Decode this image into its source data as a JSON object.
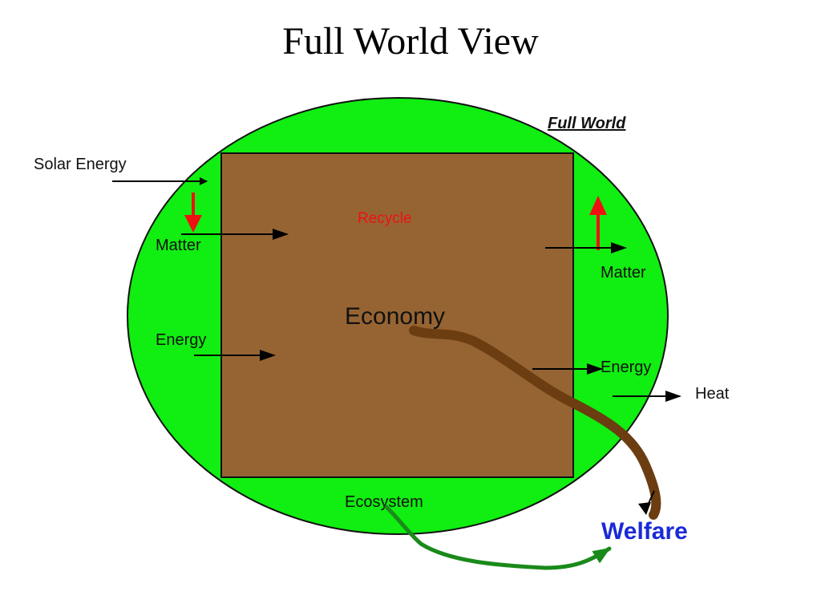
{
  "slide_title": "Full World View",
  "labels": {
    "full_world": "Full World",
    "solar_energy": "Solar Energy",
    "recycle": "Recycle",
    "matter_in": "Matter",
    "matter_out": "Matter",
    "economy": "Economy",
    "energy_in": "Energy",
    "energy_out": "Energy",
    "heat": "Heat",
    "ecosystem": "Ecosystem",
    "welfare": "Welfare"
  },
  "colors": {
    "ecosystem_fill": "#11ee11",
    "economy_fill": "#966433",
    "recycle_red": "#ee1111",
    "economy_path": "#6b3d10",
    "ecosystem_path": "#1a8a1a",
    "welfare_blue": "#1a2ad6"
  }
}
